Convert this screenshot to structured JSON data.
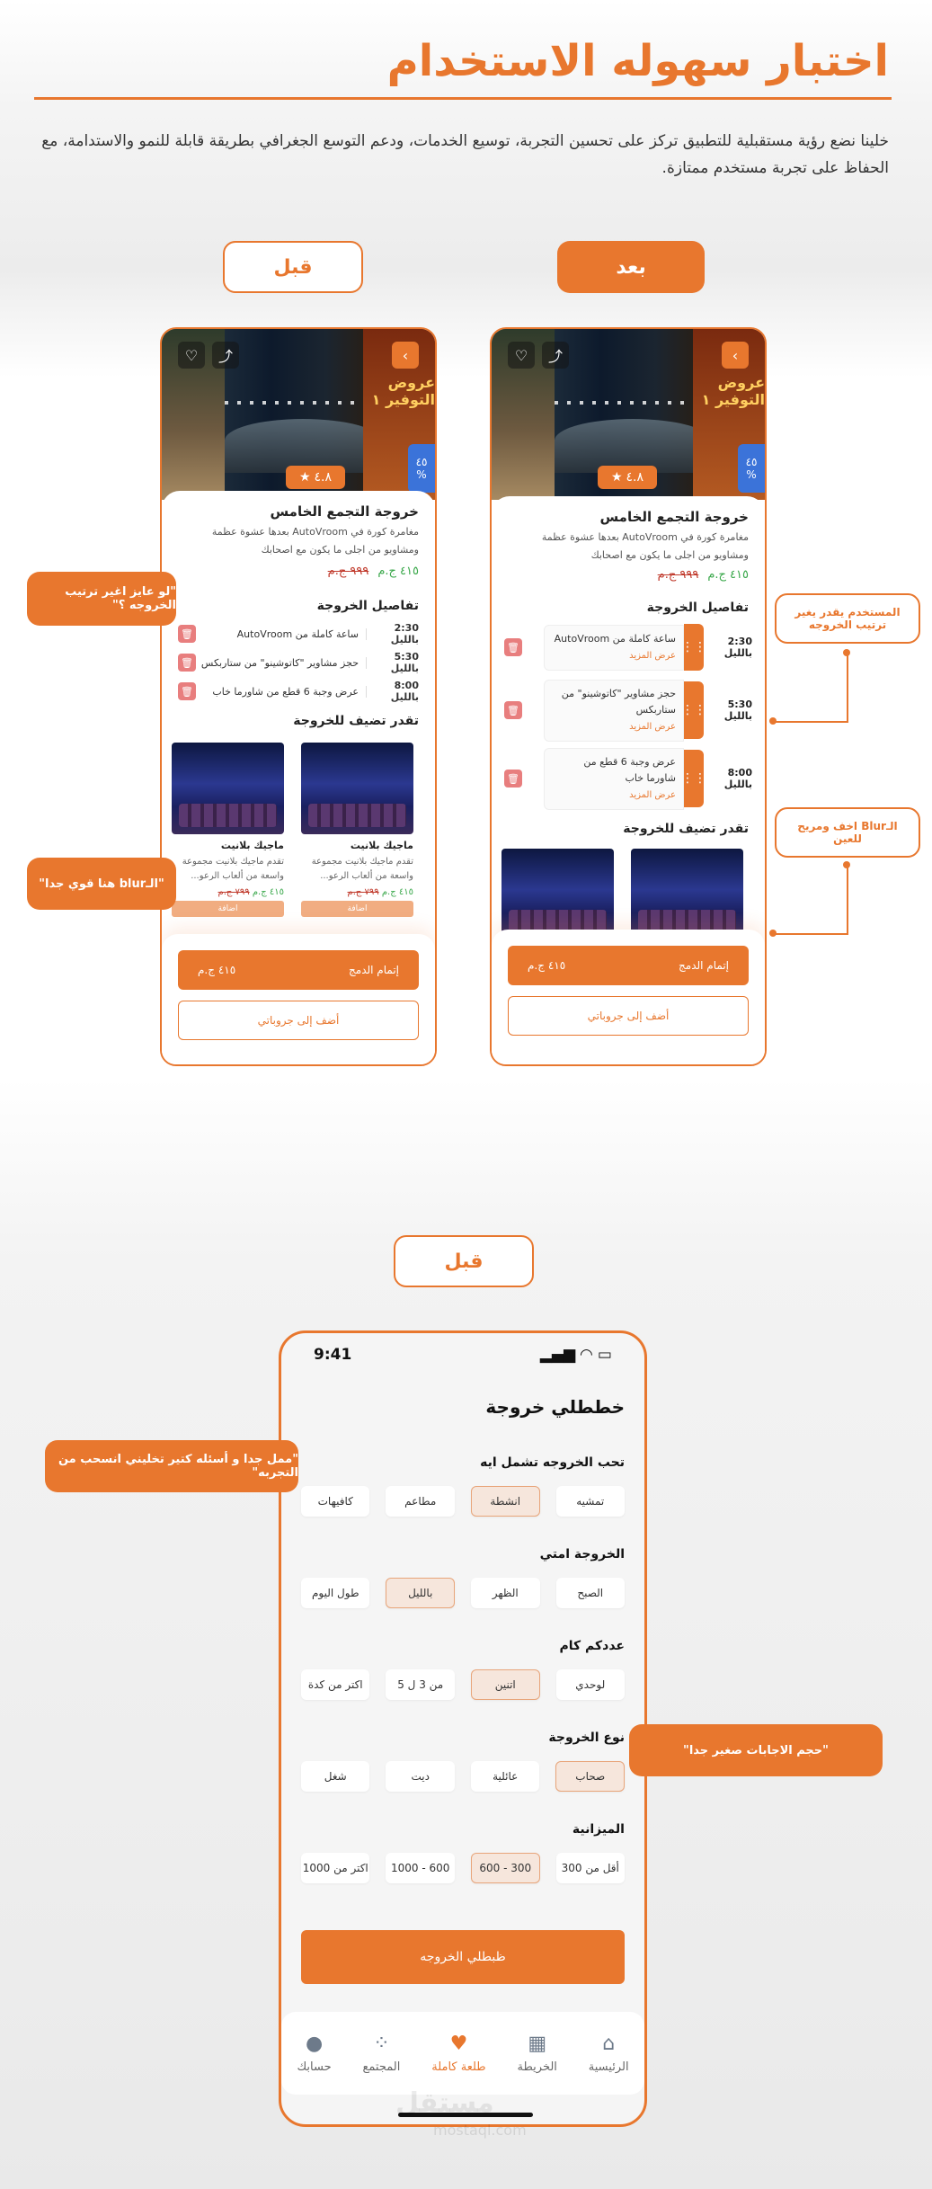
{
  "header": {
    "title": "اختبار سهوله الاستخدام",
    "description": "خلينا نضع رؤية مستقبلية للتطبيق تركز على تحسين التجربة، توسيع الخدمات، ودعم التوسع الجغرافي بطريقة قابلة للنمو والاستدامة، مع الحفاظ على تجربة مستخدم ممتازة."
  },
  "labels": {
    "before": "قبل",
    "after": "بعد"
  },
  "trip": {
    "rating": "٤.٨",
    "discount": "٤٥",
    "promo_text": "عروض التوفير ١",
    "title": "خروجة التجمع الخامس",
    "description": "مغامرة كورة في AutoVroom بعدها عشوة عظمة ومشاويو من اجلى ما يكون مع اصحابك",
    "price_new": "٤١٥ ج.م",
    "price_old": "٩٩٩ ج.م",
    "details_title": "تفاصيل الخروجة",
    "add_title": "تقدر تضيف للخروجة",
    "more_label": "عرض المزيد",
    "items": [
      {
        "time": "2:30 بالليل",
        "text": "ساعة كاملة من AutoVroom"
      },
      {
        "time": "5:30 بالليل",
        "text": "حجز مشاوير \"كاتوشينو\" من ستاربكس"
      },
      {
        "time": "8:00 بالليل",
        "text": "عرض وجبة 6 قطع من شاورما خاب"
      }
    ],
    "venues": [
      {
        "name": "ماجيك بلانيت",
        "desc": "تقدم ماجيك بلانيت مجموعة واسعة من ألعاب الرعو...",
        "price": "٤١٥ ج.م",
        "old": "٧٩٩ ج.م",
        "cta": "اضافة"
      },
      {
        "name": "ماجيك بلانيت",
        "desc": "تقدم ماجيك بلانيت مجموعة واسعة من ألعاب الرعو...",
        "price": "٤١٥ ج.م",
        "old": "٧٩٩ ج.م",
        "cta": "اضافة"
      }
    ],
    "complete_btn": "إتمام الدمج",
    "complete_price": "٤١٥ ج.م",
    "add_trip_btn": "أضف إلى جروباتي"
  },
  "callouts": {
    "left_1": "\"لو عايز اغير ترتيب الخروجه ؟\"",
    "left_2": "\"الـblur هنا قوي جدا\"",
    "right_1": "المستخدم يقدر يغير ترتيب الخروجه",
    "right_2": "الـBlur اخف ومريح للعين",
    "left_3": "\"ممل جدا و أسئله كتير تخليني انسحب من التجربه\"",
    "right_3": "\"حجم الاجابات صغير جدا\""
  },
  "planner": {
    "status_time": "9:41",
    "title": "خططلي خروجة",
    "questions": [
      {
        "title": "تحب الخروجه تشمل ايه",
        "options": [
          "تمشيه",
          "انشطة",
          "مطاعم",
          "كافيهات"
        ],
        "selected": 1
      },
      {
        "title": "الخروجة امتي",
        "options": [
          "الصبح",
          "الظهر",
          "بالليل",
          "طول اليوم"
        ],
        "selected": 2
      },
      {
        "title": "عددكم كام",
        "options": [
          "لوحدي",
          "اتنين",
          "من 3 ل 5",
          "اكتر من كدة"
        ],
        "selected": 1
      },
      {
        "title": "نوع الخروجة",
        "options": [
          "صحاب",
          "عائلية",
          "ديت",
          "شغل"
        ],
        "selected": 0
      },
      {
        "title": "الميزانية",
        "options": [
          "أقل من 300",
          "300 - 600",
          "600 - 1000",
          "اكتر من 1000"
        ],
        "selected": 1
      }
    ],
    "cta": "ظبطلي الخروجه",
    "tabs": [
      {
        "label": "الرئيسية",
        "icon": "home-icon",
        "active": false
      },
      {
        "label": "الخريطة",
        "icon": "map-icon",
        "active": false
      },
      {
        "label": "طلعة كاملة",
        "icon": "heart-icon",
        "active": true
      },
      {
        "label": "المجتمع",
        "icon": "community-icon",
        "active": false
      },
      {
        "label": "حسابك",
        "icon": "user-icon",
        "active": false
      }
    ]
  },
  "watermark": {
    "main": "مستقل",
    "sub": "mostaql.com"
  },
  "colors": {
    "accent": "#e8772e",
    "selected_bg": "#f6e6dc",
    "discount": "#3b73d9"
  }
}
